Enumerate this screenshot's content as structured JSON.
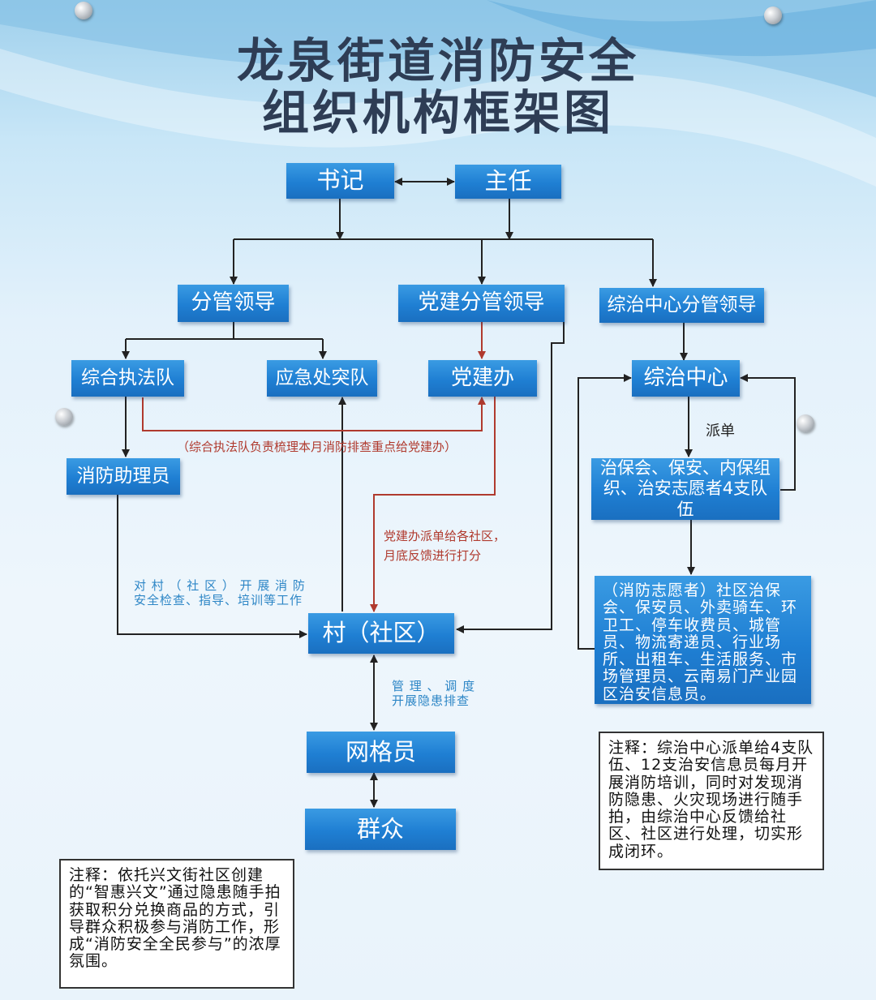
{
  "title": {
    "line1": "龙泉街道消防安全",
    "line2": "组织机构框架图"
  },
  "nodes": {
    "shuji": "书记",
    "zhuren": "主任",
    "fenguan": "分管领导",
    "dangjian_fenguan": "党建分管领导",
    "zongzhi_fenguan": "综治中心分管领导",
    "zonghe_zhifa": "综合执法队",
    "yingji": "应急处突队",
    "dangjianban": "党建办",
    "zongzhi_center": "综治中心",
    "xiaofang_zhuli": "消防助理员",
    "four_teams": "治保会、保安、内保组织、治安志愿者4支队伍",
    "volunteers": "（消防志愿者）社区治保会、保安员、外卖骑车、环卫工、停车收费员、城管员、物流寄递员、行业场所、出租车、生活服务、市场管理员、云南易门产业园区治安信息员。",
    "village": "村（社区）",
    "grid": "网格员",
    "masses": "群众"
  },
  "labels": {
    "zhifa_to_dangjian": "（综合执法队负责梳理本月消防排查重点给党建办）",
    "paidan": "派单",
    "dangjian_dispatch_1": "党建办派单给各社区，",
    "dangjian_dispatch_2": "月底反馈进行打分",
    "village_work_1": "对 村 （ 社 区 ） 开 展 消 防",
    "village_work_2": "安全检查、指导、培训等工作",
    "grid_mgmt_1": "管 理 、 调 度",
    "grid_mgmt_2": "开展隐患排查"
  },
  "notes": {
    "left": "注释：依托兴文街社区创建的“智惠兴文”通过隐患随手拍获取积分兑换商品的方式，引导群众积极参与消防工作，形成“消防安全全民参与”的浓厚氛围。",
    "right": "注释：综治中心派单给4支队伍、12支治安信息员每月开展消防培训，同时对发现消防隐患、火灾现场进行随手拍，由综治中心反馈给社区、社区进行处理，切实形成闭环。"
  },
  "colors": {
    "box_top": "#3a9be3",
    "box_bottom": "#1a6fc0",
    "title": "#2e3d55",
    "red_line": "#b03a2e",
    "blue_text": "#2d86c6"
  }
}
